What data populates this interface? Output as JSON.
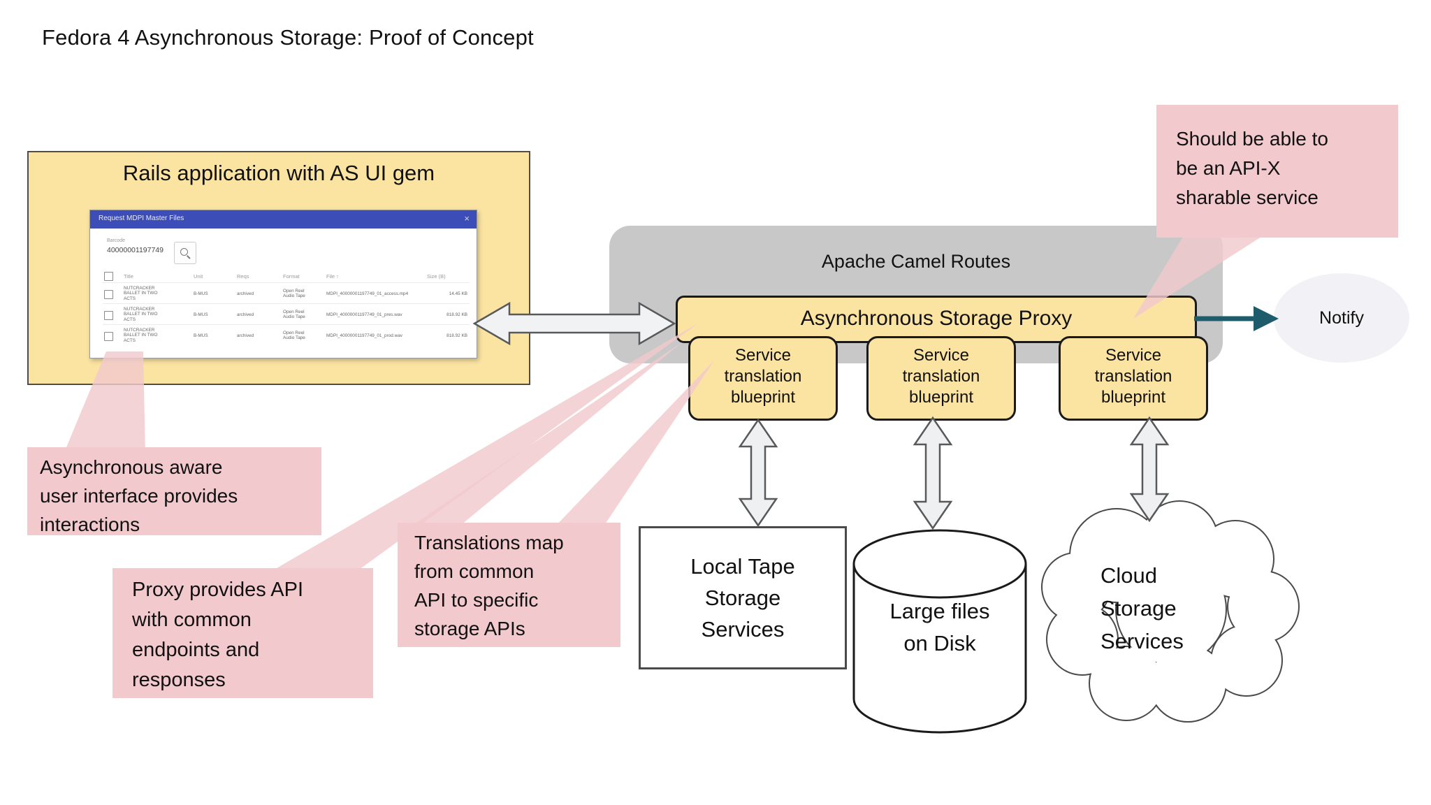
{
  "page": {
    "title": "Fedora 4 Asynchronous Storage: Proof of Concept"
  },
  "rails": {
    "label": "Rails application with AS UI gem"
  },
  "shot": {
    "title": "Request MDPI Master Files",
    "close": "×",
    "search": {
      "label": "Barcode",
      "value": "40000001197749"
    },
    "headers": [
      "Title",
      "Unit",
      "Reqs",
      "Format",
      "File ↑",
      "Size (B)"
    ],
    "rows": [
      {
        "title": "NUTCRACKER\nBALLET IN TWO\nACTS",
        "unit": "B-MUS",
        "reqs": "archived",
        "format": "Open Reel\nAudio Tape",
        "file": "MDPI_40000001197749_01_access.mp4",
        "size": "14.45 KB"
      },
      {
        "title": "NUTCRACKER\nBALLET IN TWO\nACTS",
        "unit": "B-MUS",
        "reqs": "archived",
        "format": "Open Reel\nAudio Tape",
        "file": "MDPI_40000001197749_01_pres.wav",
        "size": "818.92 KB"
      },
      {
        "title": "NUTCRACKER\nBALLET IN TWO\nACTS",
        "unit": "B-MUS",
        "reqs": "archived",
        "format": "Open Reel\nAudio Tape",
        "file": "MDPI_40000001197749_01_prod.wav",
        "size": "818.92 KB"
      }
    ]
  },
  "camel": {
    "label": "Apache Camel Routes"
  },
  "proxy": {
    "label": "Asynchronous Storage Proxy"
  },
  "blueprint": {
    "label": "Service\ntranslation\nblueprint"
  },
  "notify": {
    "label": "Notify"
  },
  "tape": {
    "label": "Local Tape\nStorage\nServices"
  },
  "disk": {
    "label": "Large files\non Disk"
  },
  "cloud": {
    "label": "Cloud\nStorage\nServices"
  },
  "callouts": {
    "api_x": {
      "text": "Should be able to\nbe an API-X\nsharable service"
    },
    "ui": {
      "text": "Asynchronous aware\nuser interface provides\ninteractions"
    },
    "proxy_api": {
      "text": "Proxy provides API\nwith common\nendpoints and\nresponses"
    },
    "translations": {
      "text": "Translations map\nfrom common\nAPI to specific\nstorage APIs"
    }
  },
  "colors": {
    "box_yellow": "#FBE3A2",
    "camel_gray": "#C8C8C8",
    "callout_pink": "#F2C9CD",
    "notify_fill": "#F2F1F6",
    "teal_arrow": "#1E5C6B",
    "titlebar_blue": "#3D4DB7"
  }
}
